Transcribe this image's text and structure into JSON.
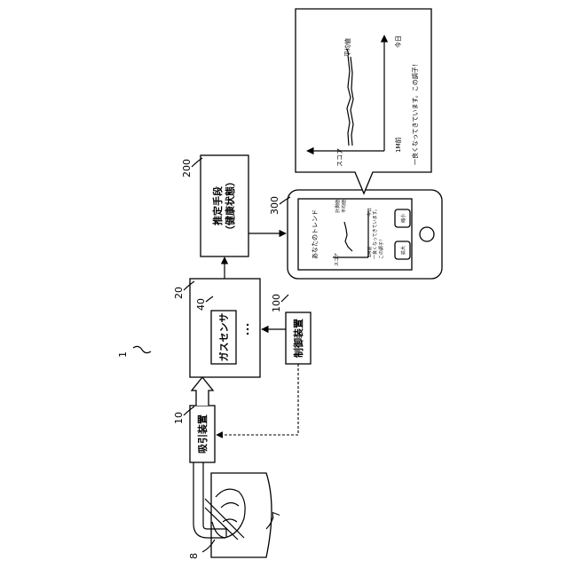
{
  "labels": {
    "system_ref": "1",
    "pet_ref": "7",
    "tube_ref": "8",
    "suction_ref": "10",
    "suction": "吸引装置",
    "sensor_box_ref": "20",
    "gas_sensor_ref": "40",
    "gas_sensor": "ガスセンサ",
    "dots": "…",
    "control_ref": "100",
    "control": "制御装置",
    "estimator_ref": "200",
    "estimator_line1": "推定手段",
    "estimator_line2": "（健康状態）",
    "phone_ref": "300"
  },
  "phone_screen": {
    "title": "あなたのトレンド",
    "legend_1": "計測値",
    "legend_2": "平均値",
    "axis_x_start": "1M前",
    "axis_x_end": "今日",
    "axis_y": "スコア",
    "message_1": "一良くなってきています。",
    "message_2": "この調子！",
    "button_zoom_in": "拡大",
    "button_zoom_out": "縮小"
  },
  "callout": {
    "legend": "平均値",
    "axis_x_end": "今日",
    "axis_x_start": "1M前",
    "axis_y": "スコア",
    "message": "一良くなってきています。この調子！"
  }
}
